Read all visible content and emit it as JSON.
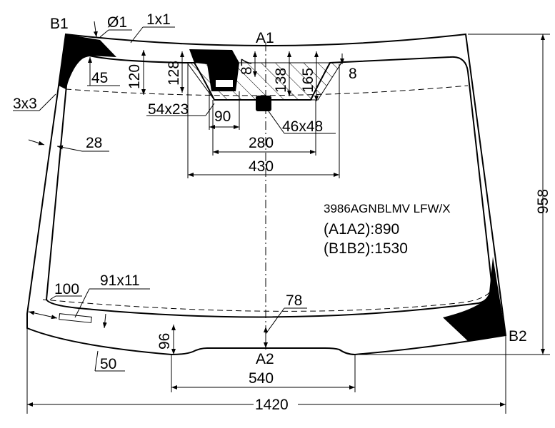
{
  "drawing": {
    "part_code": "3986AGNBLMV LFW/X",
    "a1a2": "(A1A2):890",
    "b1b2": "(B1B2):1530",
    "points": {
      "a1": "A1",
      "a2": "A2",
      "b1": "B1",
      "b2": "B2"
    },
    "dimensions": {
      "hole": "Ø1",
      "corner": "1x1",
      "d45": "45",
      "d120": "120",
      "d128": "128",
      "d87": "87",
      "d138": "138",
      "d165": "165",
      "d8": "8",
      "d3x3": "3x3",
      "d54x23": "54x23",
      "d90": "90",
      "d46x48": "46x48",
      "d28": "28",
      "d280": "280",
      "d430": "430",
      "d958": "958",
      "d100": "100",
      "d91x11": "91x11",
      "d78": "78",
      "d96": "96",
      "d50": "50",
      "d540": "540",
      "d1420": "1420"
    }
  }
}
